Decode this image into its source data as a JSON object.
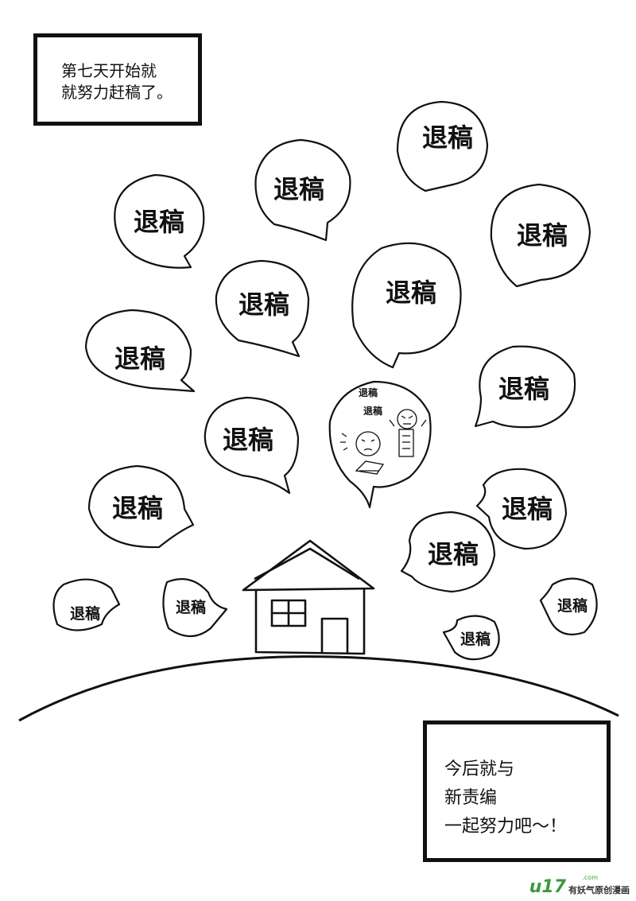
{
  "top_caption": {
    "lines": [
      "第七天开始就",
      "就努力赶稿了。"
    ]
  },
  "bottom_caption": {
    "lines": [
      "今后就与",
      "新责编",
      "一起努力吧～！"
    ]
  },
  "bubble_text": "退稿",
  "center_bubble": {
    "texts": [
      "退稿",
      "退稿"
    ]
  },
  "watermark": {
    "logo": "u17",
    "domain": ".com",
    "slogan": "有妖气原创漫画"
  }
}
